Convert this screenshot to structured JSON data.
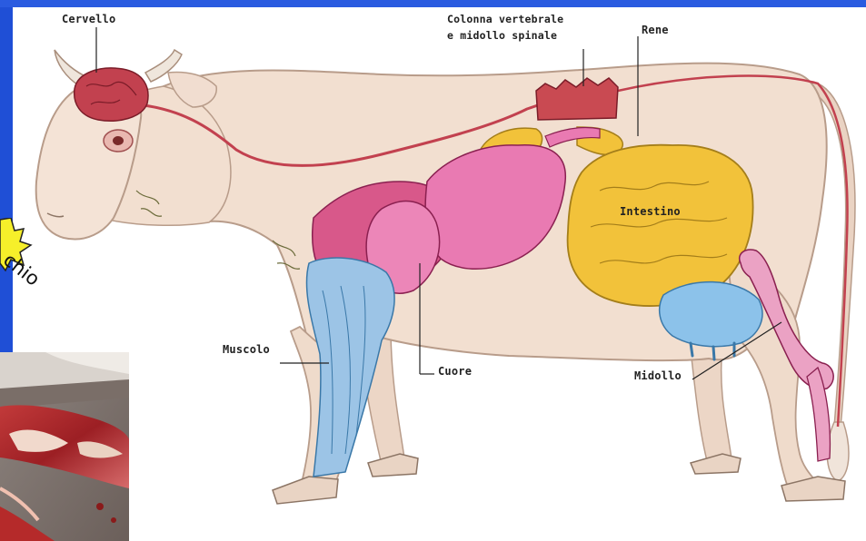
{
  "diagram": {
    "labels": {
      "brain": "Cervello",
      "spine_line1": "Colonna vertebrale",
      "spine_line2": "e midollo spinale",
      "kidney": "Rene",
      "intestine": "Intestino",
      "muscle": "Muscolo",
      "heart": "Cuore",
      "marrow": "Midollo"
    },
    "sticker_text": "chio"
  },
  "colors": {
    "background": "#1f4fd6",
    "panel": "#ffffff",
    "cow_body": "#f2dfd0",
    "organ_red": "#c2414f",
    "organ_pink": "#e86fa8",
    "intestine": "#f2c23a",
    "muscle": "#9cc4e6",
    "udder": "#8cc2ea",
    "sticker": "#f6ef2a"
  }
}
